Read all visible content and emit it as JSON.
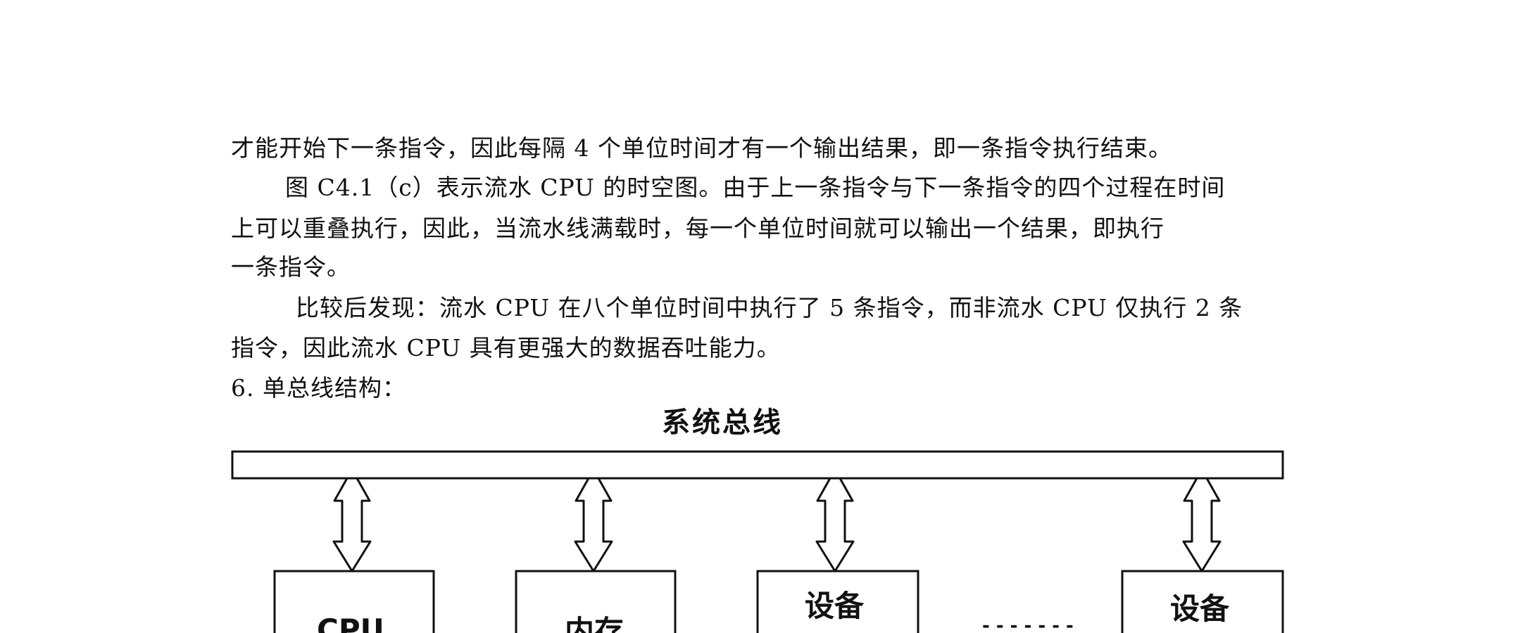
{
  "paragraph_lines": [
    "才能开始下一条指令，因此每隔 4 个单位时间才有一个输出结果，即一条指令执行结束。",
    "图 C4.1（c）表示流水 CPU 的时空图。由于上一条指令与下一条指令的四个过程在时间",
    "上可以重叠执行，因此，当流水线满载时，每一个单位时间就可以输出一个结果，即执行",
    "一条指令。",
    "比较后发现：流水 CPU 在八个单位时间中执行了 5 条指令，而非流水 CPU 仅执行 2 条",
    "指令，因此流水 CPU 具有更强大的数据吞吐能力。",
    "6.  单总线结构："
  ],
  "diagram": {
    "bus_label": "系统总线",
    "boxes": [
      "CPU",
      "内存",
      "设备",
      "设备"
    ],
    "ellipsis": "- - - - - - -"
  }
}
